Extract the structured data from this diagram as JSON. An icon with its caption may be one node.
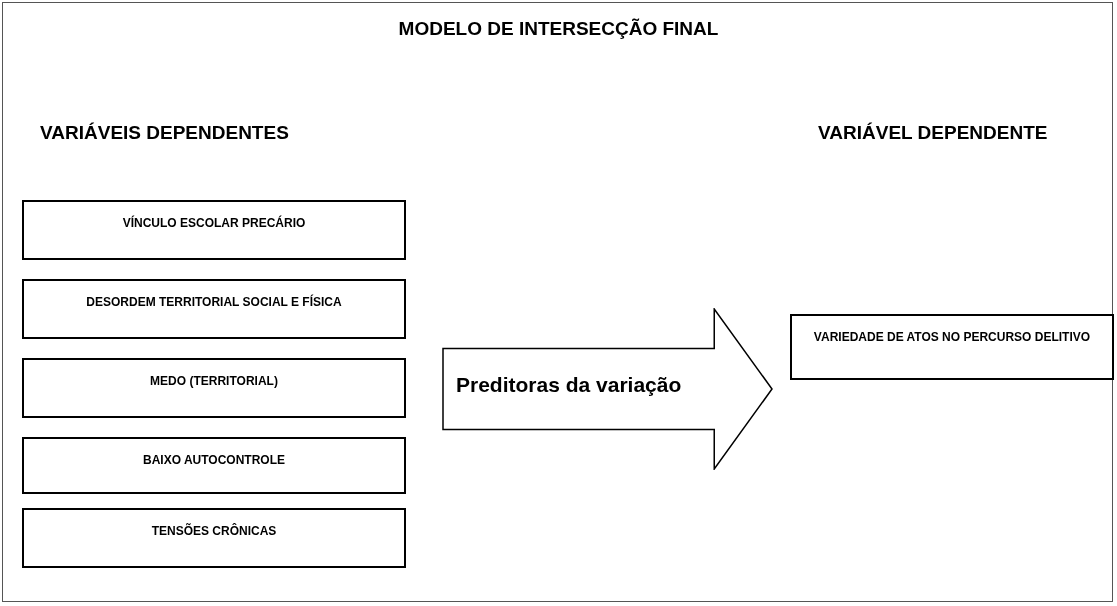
{
  "diagram": {
    "title": "MODELO DE INTERSECÇÃO FINAL",
    "nodes": [
      {
        "text": [
          "VÍNCULO ESCOLAR PRECÁRIO"
        ]
      },
      {
        "text": [
          "DESORDEM TERRITORIAL SOCIAL E FÍSICA"
        ]
      },
      {
        "text": [
          "MEDO (TERRITORIAL)"
        ]
      },
      {
        "text": [
          "BAIXO AUTOCONTROLE"
        ]
      },
      {
        "text": [
          "TENSÕES CRÔNICAS"
        ]
      },
      {
        "text": [
          "Preditoras da variação"
        ]
      },
      {
        "text": [
          "VARIEDADE DE ATOS NO PERCURSO DELITIVO"
        ]
      }
    ],
    "labels": [
      "VARIÁVEIS DEPENDENTES",
      "VARIÁVEL DEPENDENTE"
    ]
  }
}
